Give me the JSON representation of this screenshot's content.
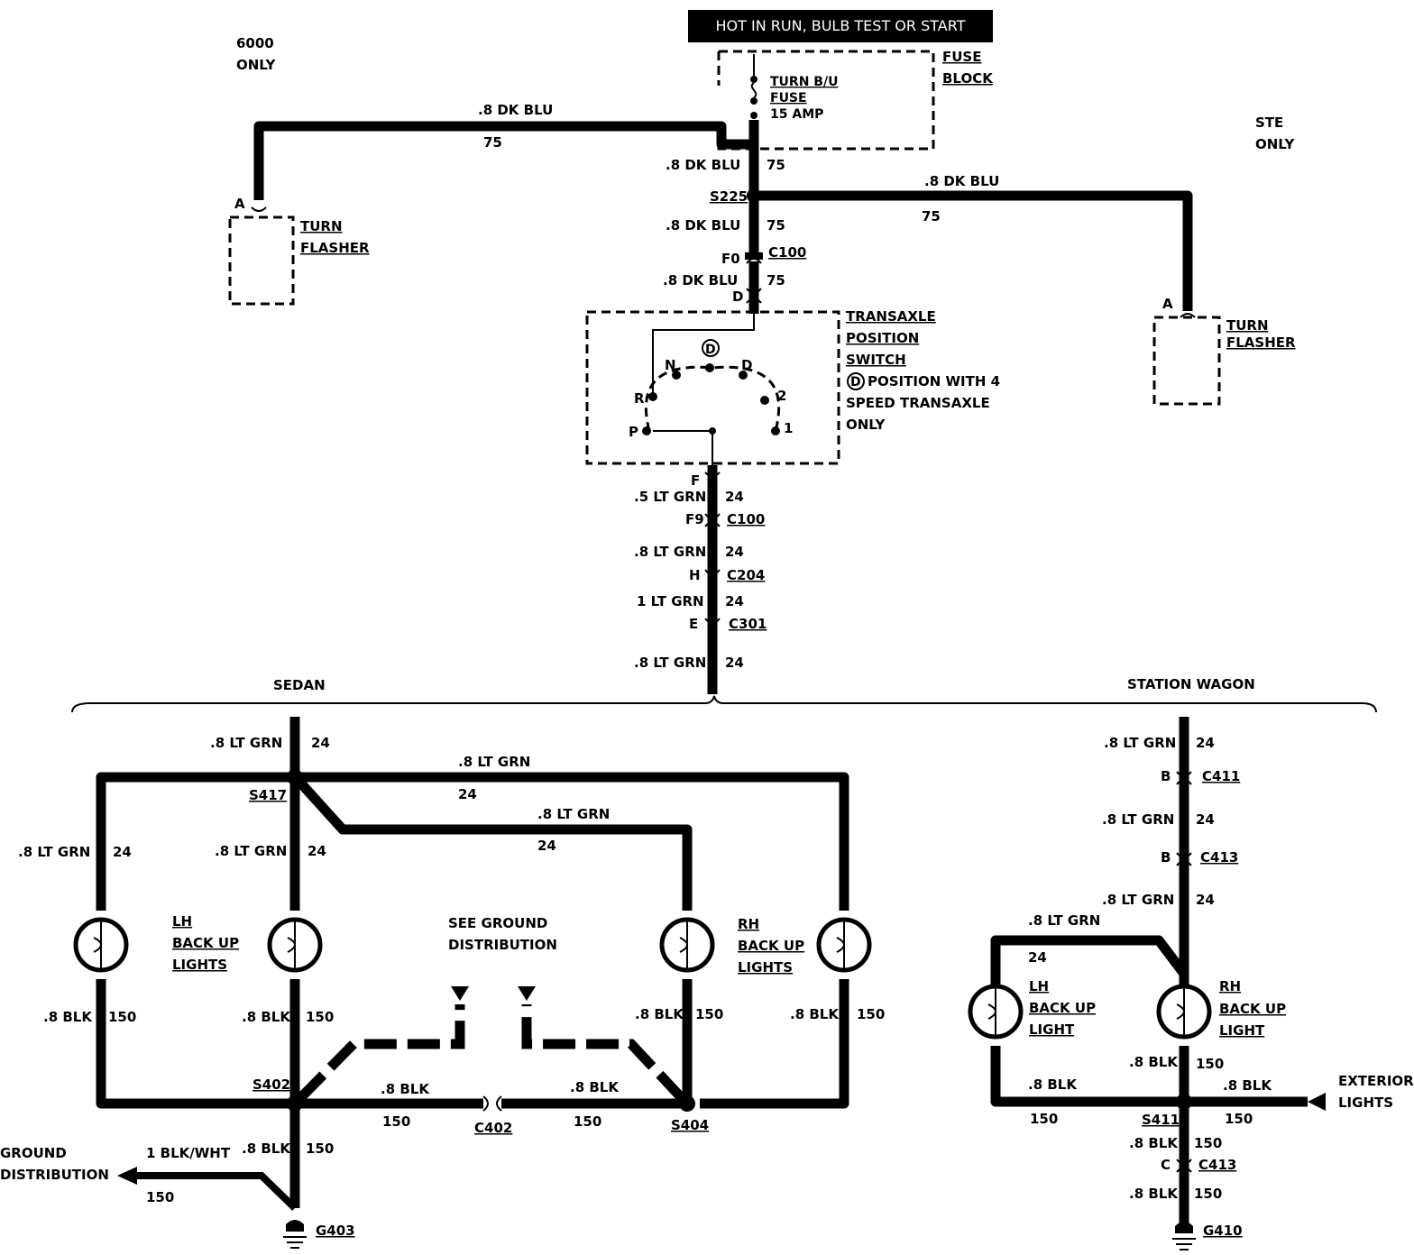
{
  "banner": "HOT IN RUN, BULB TEST OR START",
  "notes": {
    "left_only": [
      "6000",
      "ONLY"
    ],
    "right_only": [
      "STE",
      "ONLY"
    ]
  },
  "fuse_block": {
    "label": [
      "FUSE",
      "BLOCK"
    ],
    "fuse": [
      "TURN B/U",
      "FUSE",
      "15 AMP"
    ]
  },
  "turn_flasher": {
    "label": [
      "TURN",
      "FLASHER"
    ],
    "terminal": "A"
  },
  "transaxle_switch": {
    "label": [
      "TRANSAXLE",
      "POSITION",
      "SWITCH"
    ],
    "note": [
      "POSITION WITH 4",
      "SPEED TRANSAXLE",
      "ONLY"
    ],
    "note_symbol": "D",
    "positions": [
      "P",
      "R",
      "N",
      "D",
      "D",
      "2",
      "1"
    ]
  },
  "connectors": {
    "s225": "S225",
    "c100": "C100",
    "c204": "C204",
    "c301": "C301",
    "s417": "S417",
    "s402": "S402",
    "s404": "S404",
    "c402": "C402",
    "g403": "G403",
    "c411": "C411",
    "c413": "C413",
    "s411": "S411",
    "g410": "G410",
    "pin_f0": "F0",
    "pin_d": "D",
    "pin_f": "F",
    "pin_f9": "F9",
    "pin_h": "H",
    "pin_e": "E",
    "pin_b": "B",
    "pin_c": "C"
  },
  "wires": {
    "dk_blu": ".8 DK BLU",
    "circuit_75": "75",
    "lt_grn_5": ".5 LT GRN",
    "lt_grn_8": ".8 LT GRN",
    "lt_grn_1": "1 LT GRN",
    "circuit_24": "24",
    "blk_8": ".8 BLK",
    "circuit_150": "150",
    "blk_wht": "1 BLK/WHT"
  },
  "sections": {
    "sedan": "SEDAN",
    "wagon": "STATION WAGON"
  },
  "lamps": {
    "lh_backup_lights": [
      "LH",
      "BACK UP",
      "LIGHTS"
    ],
    "rh_backup_lights": [
      "RH",
      "BACK UP",
      "LIGHTS"
    ],
    "lh_backup_light": [
      "LH",
      "BACK UP",
      "LIGHT"
    ],
    "rh_backup_light": [
      "RH",
      "BACK UP",
      "LIGHT"
    ]
  },
  "see_ground": [
    "SEE GROUND",
    "DISTRIBUTION"
  ],
  "ground_distribution": [
    "GROUND",
    "DISTRIBUTION"
  ],
  "exterior_lights": [
    "EXTERIOR",
    "LIGHTS"
  ]
}
